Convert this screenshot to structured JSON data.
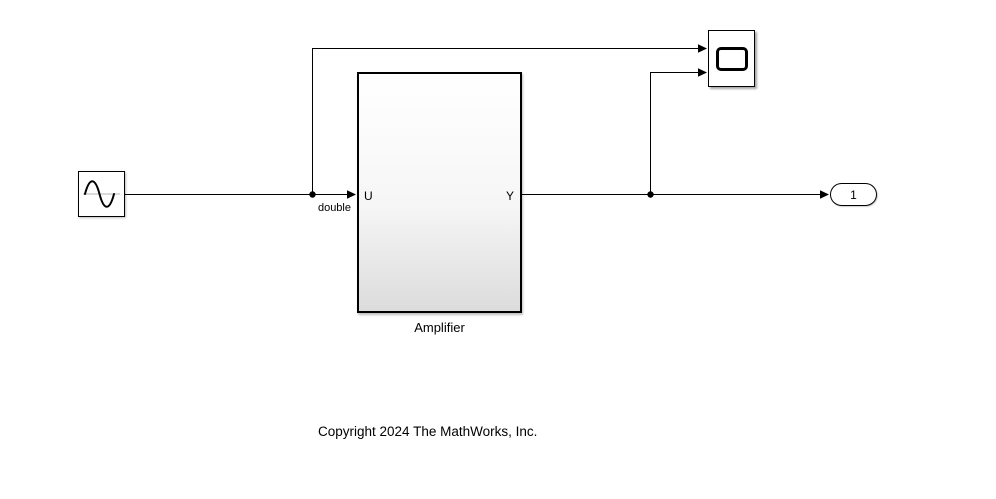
{
  "diagram": {
    "copyright": "Copyright 2024 The MathWorks, Inc.",
    "signal_label": "double",
    "blocks": {
      "sine_wave": {
        "type": "Sine Wave",
        "icon": "sine-wave-icon"
      },
      "amplifier": {
        "label": "Amplifier",
        "input_port_label": "U",
        "output_port_label": "Y"
      },
      "scope": {
        "type": "Scope",
        "icon": "scope-display-icon"
      },
      "outport": {
        "value": "1"
      }
    },
    "colors": {
      "background": "#ffffff",
      "wire": "#000000",
      "block_border": "#000000",
      "block_gradient_bottom": "#dcdcdc"
    }
  }
}
